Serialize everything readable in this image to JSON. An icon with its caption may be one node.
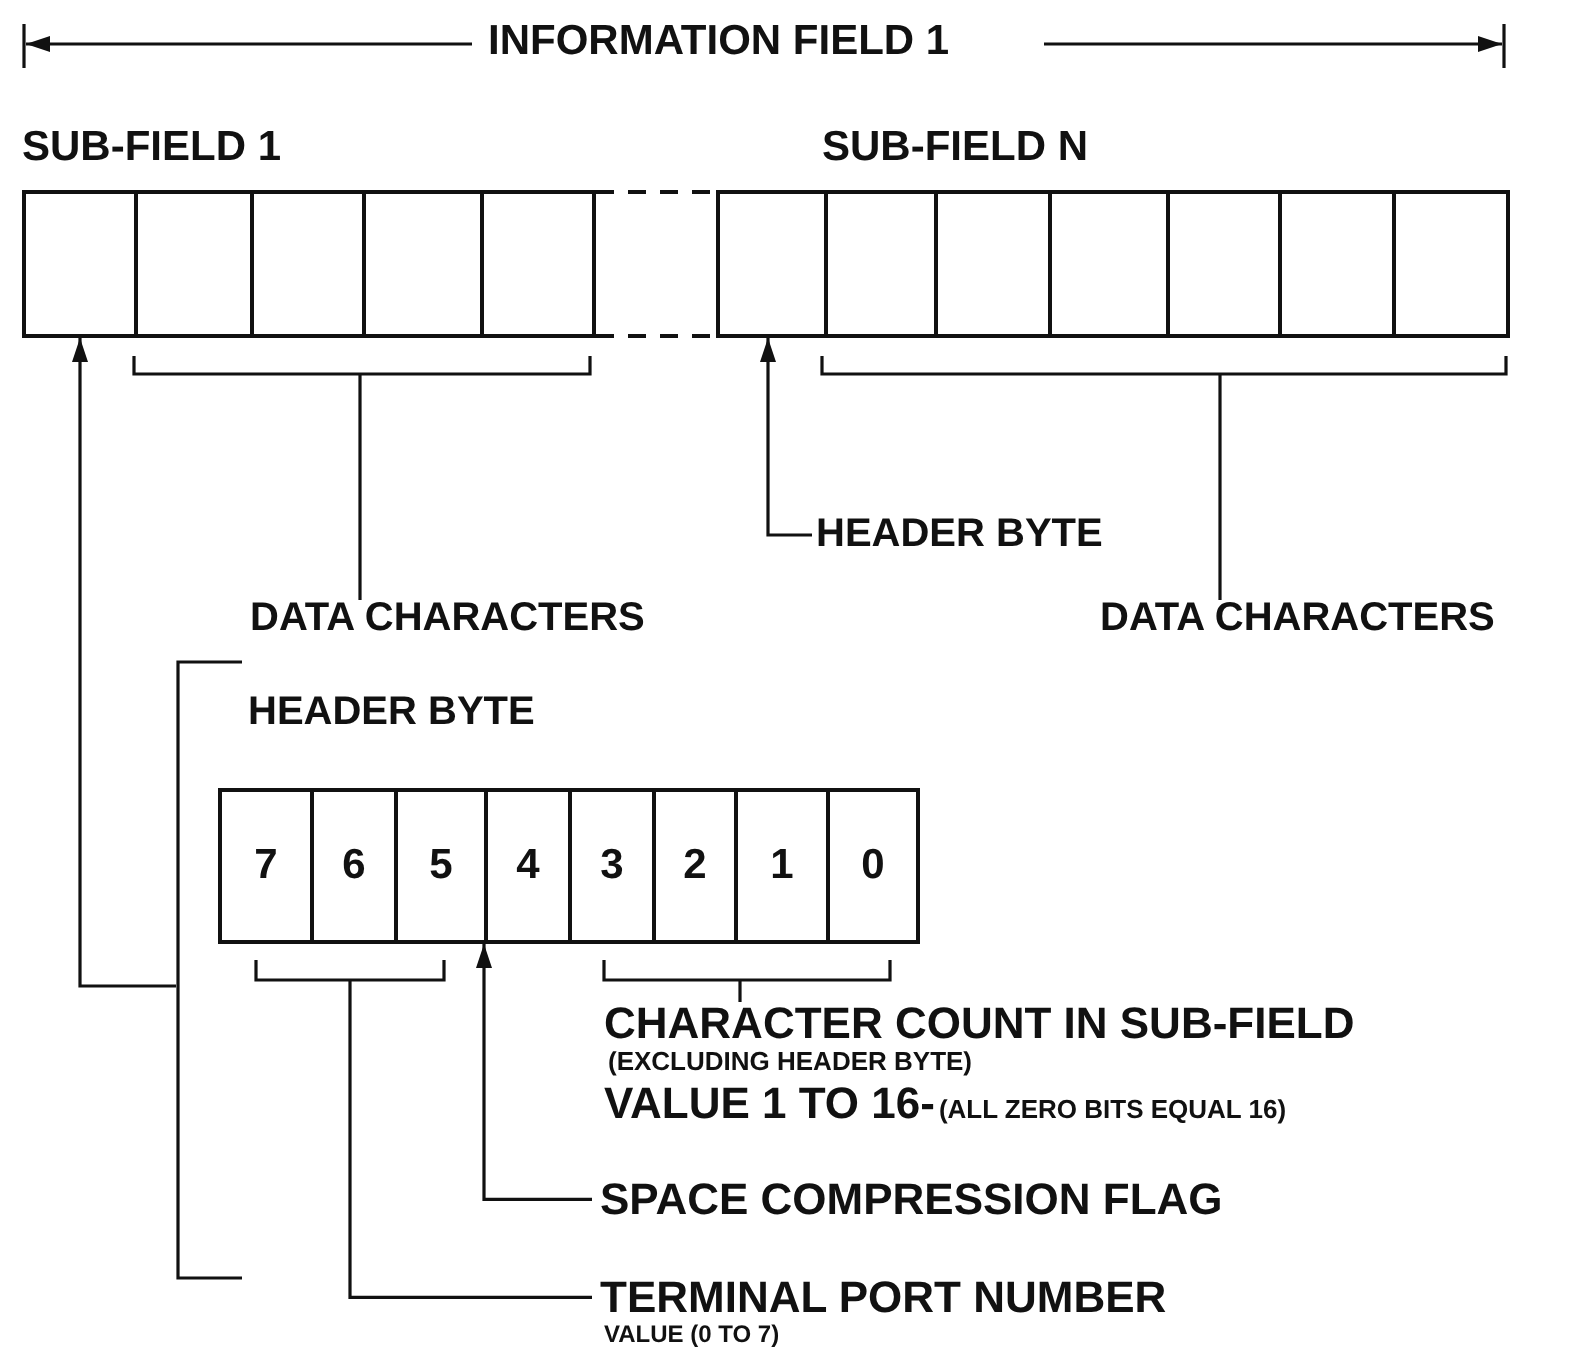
{
  "diagram": {
    "nodes": [
      {
        "text": [
          "SUB-FIELD 1"
        ]
      },
      {
        "text": [],
        "shape": "box",
        "in": 0
      },
      {
        "text": [],
        "shape": "box",
        "in": 0
      },
      {
        "text": [],
        "shape": "box",
        "in": 0
      },
      {
        "text": [],
        "shape": "box",
        "in": 0
      },
      {
        "text": [],
        "shape": "box",
        "in": 0
      },
      {
        "text": [
          "SUB-FIELD N"
        ]
      },
      {
        "text": [],
        "shape": "box",
        "in": 6
      },
      {
        "text": [],
        "shape": "box",
        "in": 6
      },
      {
        "text": [],
        "shape": "box",
        "in": 6
      },
      {
        "text": [],
        "shape": "box",
        "in": 6
      },
      {
        "text": [],
        "shape": "box",
        "in": 6
      },
      {
        "text": [],
        "shape": "box",
        "in": 6
      },
      {
        "text": [],
        "shape": "box",
        "in": 6
      },
      {
        "text": [
          "HEADER BYTE"
        ]
      },
      {
        "text": [
          "DATA CHARACTERS"
        ]
      },
      {
        "text": [
          "DATA CHARACTERS"
        ]
      },
      {
        "text": [
          "HEADER BYTE"
        ]
      },
      {
        "text": [
          "7"
        ],
        "in": 17
      },
      {
        "text": [
          "6"
        ],
        "in": 17
      },
      {
        "text": [
          "5"
        ],
        "in": 17
      },
      {
        "text": [
          "4"
        ],
        "in": 17
      },
      {
        "text": [
          "3"
        ],
        "in": 17
      },
      {
        "text": [
          "2"
        ],
        "in": 17
      },
      {
        "text": [
          "1"
        ],
        "in": 17
      },
      {
        "text": [
          "0"
        ],
        "in": 17
      },
      {
        "text": [
          "CHARACTER COUNT IN SUB-FIELD",
          "(EXCLUDING HEADER BYTE)",
          "VALUE 1 TO 16-",
          "(ALL ZERO BITS EQUAL 16)"
        ],
        "in": 17
      },
      {
        "text": [
          "SPACE COMPRESSION FLAG"
        ],
        "in": 17
      },
      {
        "text": [
          "TERMINAL PORT NUMBER",
          "VALUE (0 TO 7)"
        ],
        "in": 17
      }
    ],
    "edges": [
      {
        "from": 17,
        "to": 1,
        "arrow": "to"
      },
      {
        "from": 15,
        "to": 0,
        "arrow": "none"
      },
      {
        "from": 14,
        "to": 7,
        "arrow": "to"
      },
      {
        "from": 16,
        "to": 6,
        "arrow": "none"
      },
      {
        "from": 26,
        "to": null,
        "arrow": "none"
      },
      {
        "from": 27,
        "to": 21,
        "arrow": "to"
      },
      {
        "from": 28,
        "to": null,
        "arrow": "none"
      },
      {
        "from": 5,
        "to": 7,
        "arrow": "none",
        "style": "dashed"
      },
      {
        "from": 5,
        "to": 7,
        "arrow": "none",
        "style": "dashed"
      }
    ],
    "labels": [
      "INFORMATION FIELD 1"
    ]
  }
}
